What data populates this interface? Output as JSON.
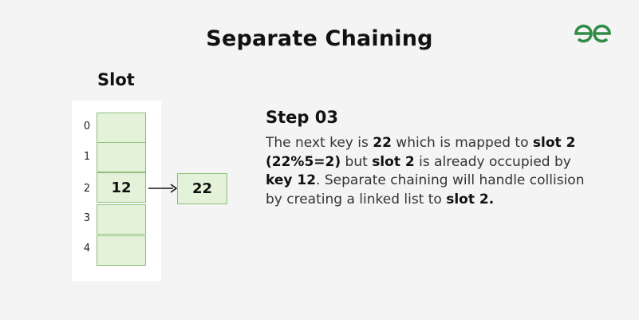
{
  "header": {
    "title": "Separate Chaining"
  },
  "logo": {
    "icon": "geeksforgeeks-logo-icon",
    "color": "#2f8d46"
  },
  "table": {
    "heading": "Slot",
    "slots": [
      {
        "index": "0",
        "value": ""
      },
      {
        "index": "1",
        "value": ""
      },
      {
        "index": "2",
        "value": "12"
      },
      {
        "index": "3",
        "value": ""
      },
      {
        "index": "4",
        "value": ""
      }
    ],
    "fill_color": "#e3f2d9",
    "border_color": "#8fbf7a"
  },
  "chain": {
    "from_slot": "2",
    "node_value": "22",
    "arrow_icon": "right-arrow-icon"
  },
  "step": {
    "title": "Step 03",
    "segments": [
      {
        "text": "The next key is ",
        "bold": false
      },
      {
        "text": "22",
        "bold": true
      },
      {
        "text": " which is mapped to ",
        "bold": false
      },
      {
        "text": "slot 2 (22%5=2)",
        "bold": true
      },
      {
        "text": " but ",
        "bold": false
      },
      {
        "text": "slot 2",
        "bold": true
      },
      {
        "text": " is already occupied by ",
        "bold": false
      },
      {
        "text": "key 12",
        "bold": true
      },
      {
        "text": ". Separate chaining will handle collision by creating a linked list to ",
        "bold": false
      },
      {
        "text": "slot 2.",
        "bold": true
      }
    ]
  }
}
